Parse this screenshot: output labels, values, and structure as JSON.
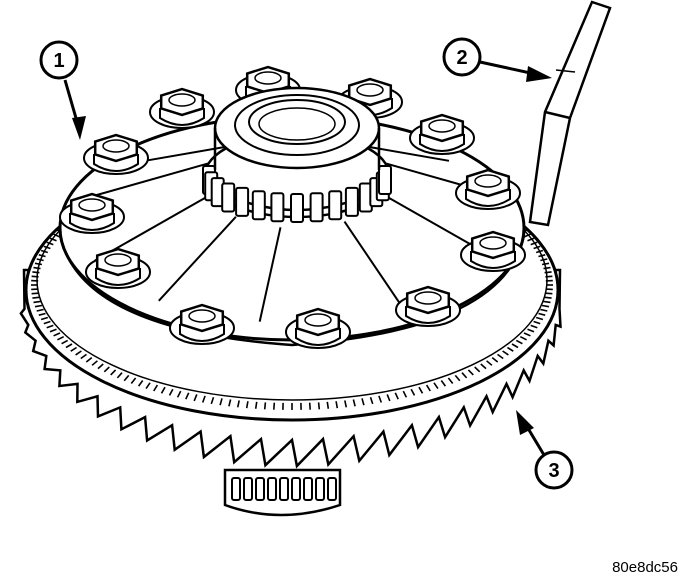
{
  "figure": {
    "callouts": [
      {
        "label": "1"
      },
      {
        "label": "2"
      },
      {
        "label": "3"
      }
    ],
    "reference_code": "80e8dc56"
  },
  "colors": {
    "ink": "#000000",
    "paper": "#ffffff"
  }
}
